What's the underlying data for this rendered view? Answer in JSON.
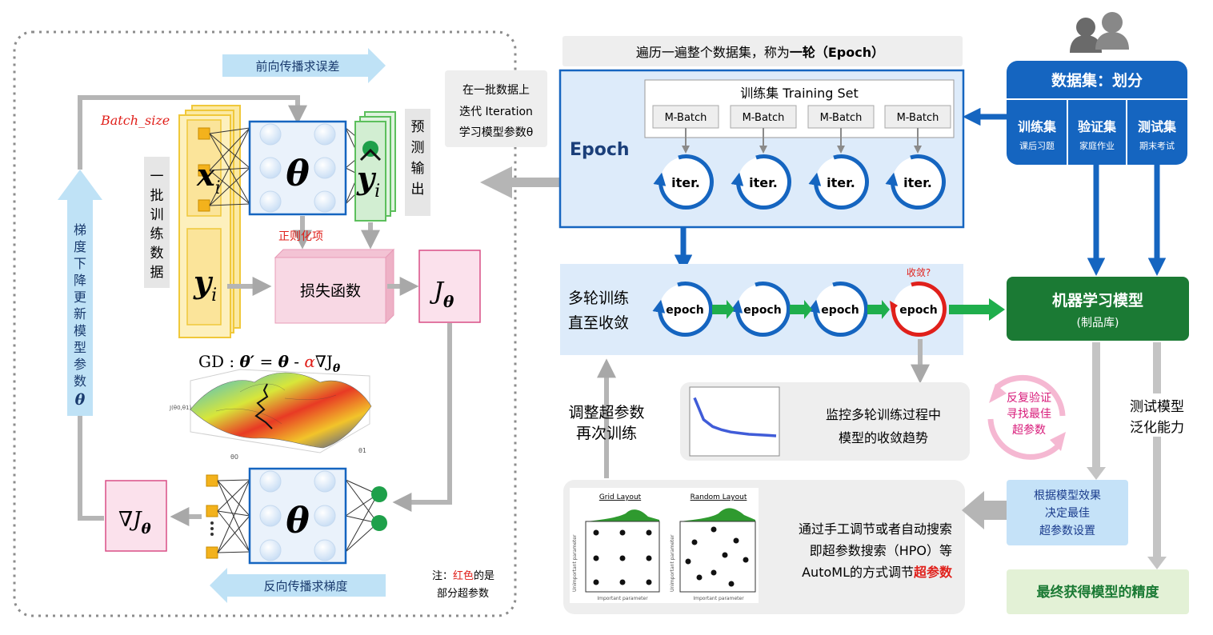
{
  "left_panel": {
    "forward_label": "前向传播求误差",
    "backward_label": "反向传播求梯度",
    "batch_size": "Batch_size",
    "batch_vertical": "一批训练数据",
    "pred_vertical": "预测输出",
    "gd_vertical": "梯度下降更新模型参数",
    "gd_vertical_theta": "θ",
    "x_label": "x",
    "x_sub": "i",
    "y_label": "y",
    "y_sub": "i",
    "yhat_label": "y",
    "yhat_sub": "i",
    "theta": "θ",
    "theta_bottom": "θ",
    "regularization": "正则化项",
    "loss": "损失函数",
    "j_theta": "J",
    "j_theta_sub": "θ",
    "grad_j": "∇J",
    "grad_j_sub": "θ",
    "gd_formula": {
      "prefix": "GD : ",
      "theta_prime": "θ′",
      "eq": " = ",
      "theta": "θ",
      "minus": " - ",
      "alpha": "α",
      "nabla": "∇J",
      "sub": "θ"
    },
    "note_prefix": "注：",
    "note_red": "红色",
    "note_suffix1": "的是",
    "note_suffix2": "部分超参数",
    "surface_axes": {
      "z": "J(θ0,θ1)",
      "x": "θ0",
      "y": "θ1"
    }
  },
  "right_panel": {
    "epoch_title": "遍历一遍整个数据集，称为",
    "epoch_title_bold": "一轮（Epoch）",
    "epoch_box_label": "Epoch",
    "training_set": "训练集 Training Set",
    "mbatches": [
      "M-Batch",
      "M-Batch",
      "M-Batch",
      "M-Batch"
    ],
    "iters": [
      "iter.",
      "iter.",
      "iter.",
      "iter."
    ],
    "iteration_note": [
      "在一批数据上",
      "迭代 Iteration",
      "学习模型参数θ"
    ],
    "multi_epoch": [
      "多轮训练",
      "直至收敛"
    ],
    "epochs": [
      "epoch",
      "epoch",
      "epoch",
      "epoch"
    ],
    "converge": "收敛?",
    "monitor": [
      "监控多轮训练过程中",
      "模型的收敛趋势"
    ],
    "adjust": [
      "调整超参数",
      "再次训练"
    ],
    "hpo_text": [
      "通过手工调节或者自动搜索",
      "即超参数搜索（HPO）等"
    ],
    "hpo_text_last": "AutoML的方式调节",
    "hpo_text_bold": "超参数",
    "grid_layout": "Grid Layout",
    "random_layout": "Random Layout",
    "important_param": "Important parameter",
    "unimportant_param": "Unimportant parameter",
    "dataset_title": "数据集：划分",
    "splits": [
      {
        "name": "训练集",
        "sub": "课后习题"
      },
      {
        "name": "验证集",
        "sub": "家庭作业"
      },
      {
        "name": "测试集",
        "sub": "期末考试"
      }
    ],
    "model_title": "机器学习模型",
    "model_sub": "(制品库)",
    "repeat_validate": [
      "反复验证",
      "寻找最佳",
      "超参数"
    ],
    "test_generalize": [
      "测试模型",
      "泛化能力"
    ],
    "best_hparams": [
      "根据模型效果",
      "决定最佳",
      "超参数设置"
    ],
    "final_accuracy": "最终获得模型的精度"
  },
  "colors": {
    "blue": "#1565c0",
    "dark_blue": "#0d5cab",
    "light_blue_bg": "#ddebfa",
    "green": "#1b7a34",
    "light_green": "#e3f1d6",
    "red": "#e0201b",
    "pink": "#f8d8e8",
    "arrow_gray": "#b5b5b5"
  },
  "chart_data": {
    "type": "line",
    "title": "",
    "xlabel": "",
    "ylabel": "",
    "series": [
      {
        "values": [
          0.95,
          0.55,
          0.42,
          0.36,
          0.32,
          0.3,
          0.28,
          0.27,
          0.26,
          0.25
        ]
      }
    ]
  }
}
